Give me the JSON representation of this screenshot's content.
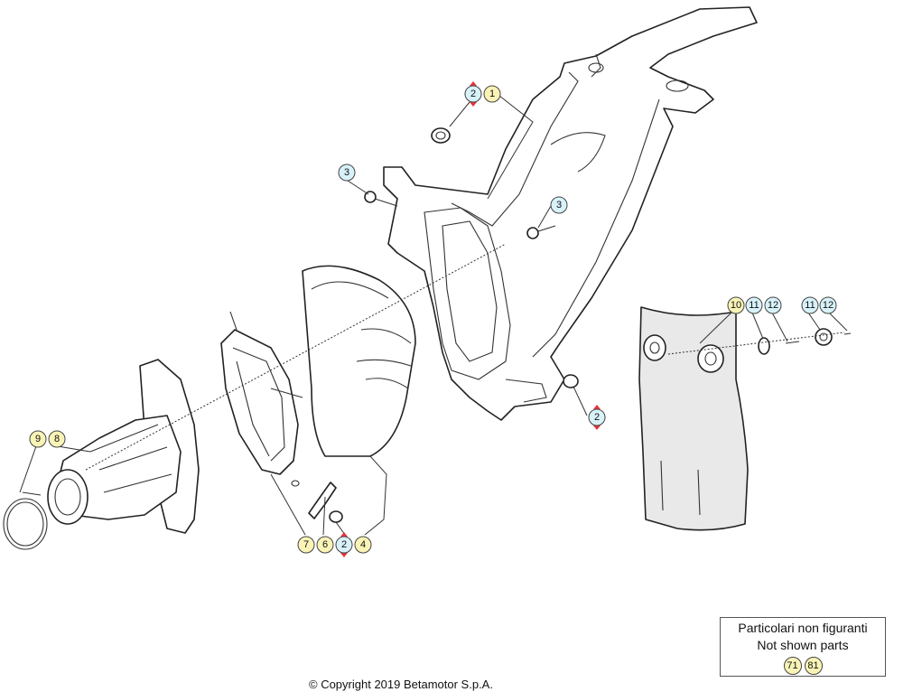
{
  "diagram": {
    "callouts": [
      {
        "id": "c-1-top",
        "label": "1",
        "color": "#f9f4b6"
      },
      {
        "id": "c-2-top",
        "label": "2",
        "color": "#d8f2fa",
        "marker": true
      },
      {
        "id": "c-3-left",
        "label": "3",
        "color": "#d8f2fa"
      },
      {
        "id": "c-3-right",
        "label": "3",
        "color": "#d8f2fa"
      },
      {
        "id": "c-2-right",
        "label": "2",
        "color": "#d8f2fa",
        "marker": true
      },
      {
        "id": "c-10",
        "label": "10",
        "color": "#f9f4b6"
      },
      {
        "id": "c-11-a",
        "label": "11",
        "color": "#d8f2fa"
      },
      {
        "id": "c-12-a",
        "label": "12",
        "color": "#d8f2fa"
      },
      {
        "id": "c-11-b",
        "label": "11",
        "color": "#d8f2fa"
      },
      {
        "id": "c-12-b",
        "label": "12",
        "color": "#d8f2fa"
      },
      {
        "id": "c-9",
        "label": "9",
        "color": "#f9f4b6"
      },
      {
        "id": "c-8",
        "label": "8",
        "color": "#f9f4b6"
      },
      {
        "id": "c-7",
        "label": "7",
        "color": "#f9f4b6"
      },
      {
        "id": "c-6",
        "label": "6",
        "color": "#f9f4b6"
      },
      {
        "id": "c-2-bottom",
        "label": "2",
        "color": "#d8f2fa",
        "marker": true
      },
      {
        "id": "c-4",
        "label": "4",
        "color": "#f9f4b6"
      }
    ]
  },
  "not_shown": {
    "title_it": "Particolari non figuranti",
    "title_en": "Not shown parts",
    "refs": [
      "71",
      "81"
    ]
  },
  "copyright": "© Copyright 2019 Betamotor S.p.A."
}
